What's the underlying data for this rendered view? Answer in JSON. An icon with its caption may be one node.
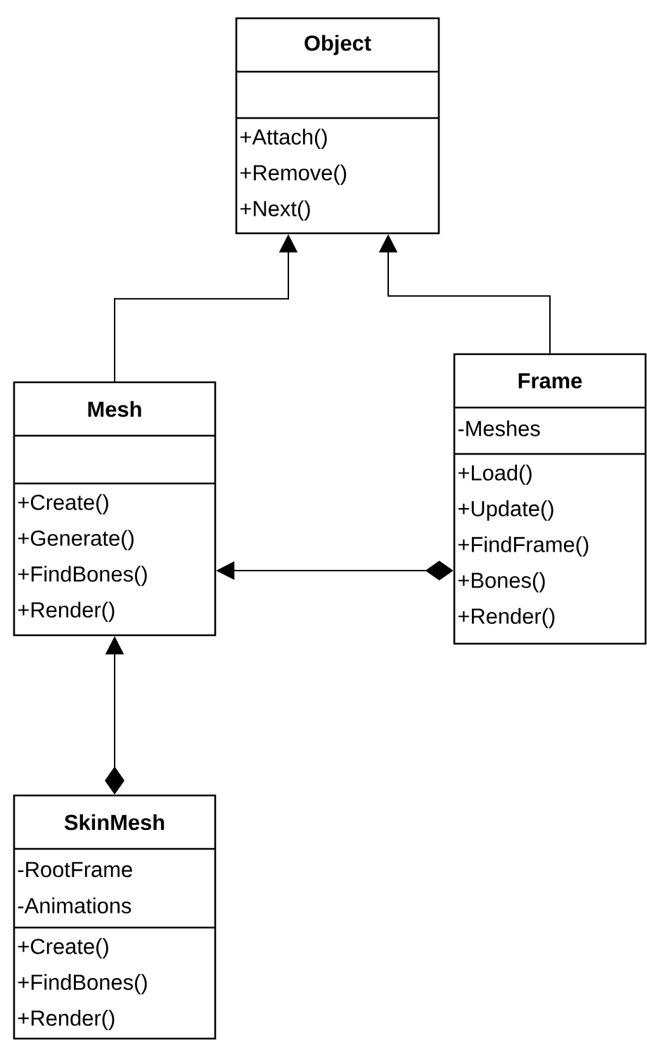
{
  "diagram": {
    "nodes": [
      {
        "text": [
          "Object",
          "+Attach()",
          "+Remove()",
          "+Next()"
        ]
      },
      {
        "text": [
          "Mesh",
          "+Create()",
          "+Generate()",
          "+FindBones()",
          "+Render()"
        ]
      },
      {
        "text": [
          "Frame",
          "-Meshes",
          "+Load()",
          "+Update()",
          "+FindFrame()",
          "+Bones()",
          "+Render()"
        ]
      },
      {
        "text": [
          "SkinMesh",
          "-RootFrame",
          "-Animations",
          "+Create()",
          "+FindBones()",
          "+Render()"
        ]
      }
    ],
    "edges": [
      {
        "from": 1,
        "to": 0,
        "arrow": "to"
      },
      {
        "from": 2,
        "to": 0,
        "arrow": "to"
      },
      {
        "from": 2,
        "to": 1,
        "arrow": "to"
      },
      {
        "from": 3,
        "to": 1,
        "arrow": "to"
      }
    ]
  }
}
